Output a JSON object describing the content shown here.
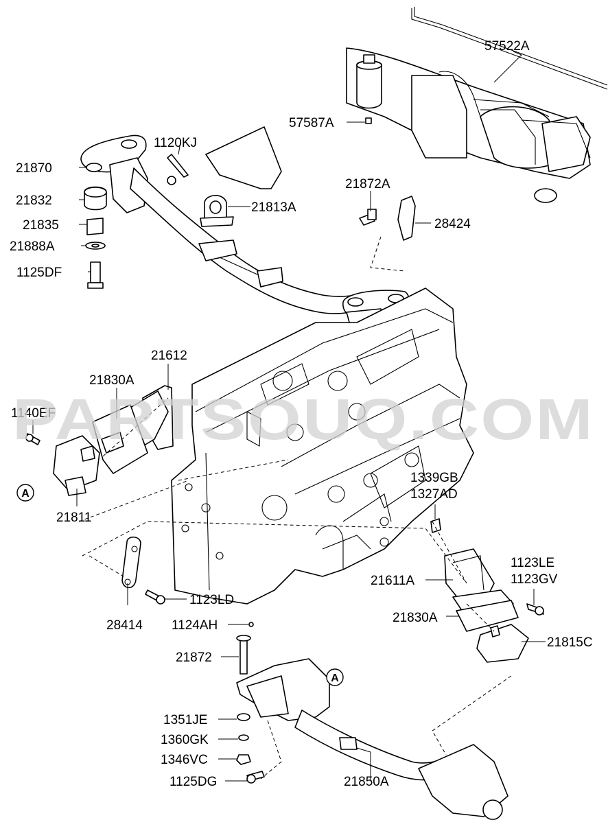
{
  "watermark": "PARTSOUQ.COM",
  "callouts": {
    "c1": "A",
    "c2": "A"
  },
  "labels": {
    "l57522A": "57522A",
    "l57587A": "57587A",
    "l1120KJ": "1120KJ",
    "l21870": "21870",
    "l21832": "21832",
    "l21813A": "21813A",
    "l21835": "21835",
    "l21888A": "21888A",
    "l1125DF": "1125DF",
    "l21872A": "21872A",
    "l28424": "28424",
    "l21612": "21612",
    "l21830A_top": "21830A",
    "l1140EF": "1140EF",
    "l21811": "21811",
    "l1339GB": "1339GB",
    "l1327AD": "1327AD",
    "l21611A": "21611A",
    "l1123LE": "1123LE",
    "l1123GV": "1123GV",
    "l21830A_bot": "21830A",
    "l21815C": "21815C",
    "l28414": "28414",
    "l1123LD": "1123LD",
    "l1124AH": "1124AH",
    "l21872": "21872",
    "l1351JE": "1351JE",
    "l1360GK": "1360GK",
    "l1346VC": "1346VC",
    "l1125DG": "1125DG",
    "l21850A": "21850A"
  }
}
